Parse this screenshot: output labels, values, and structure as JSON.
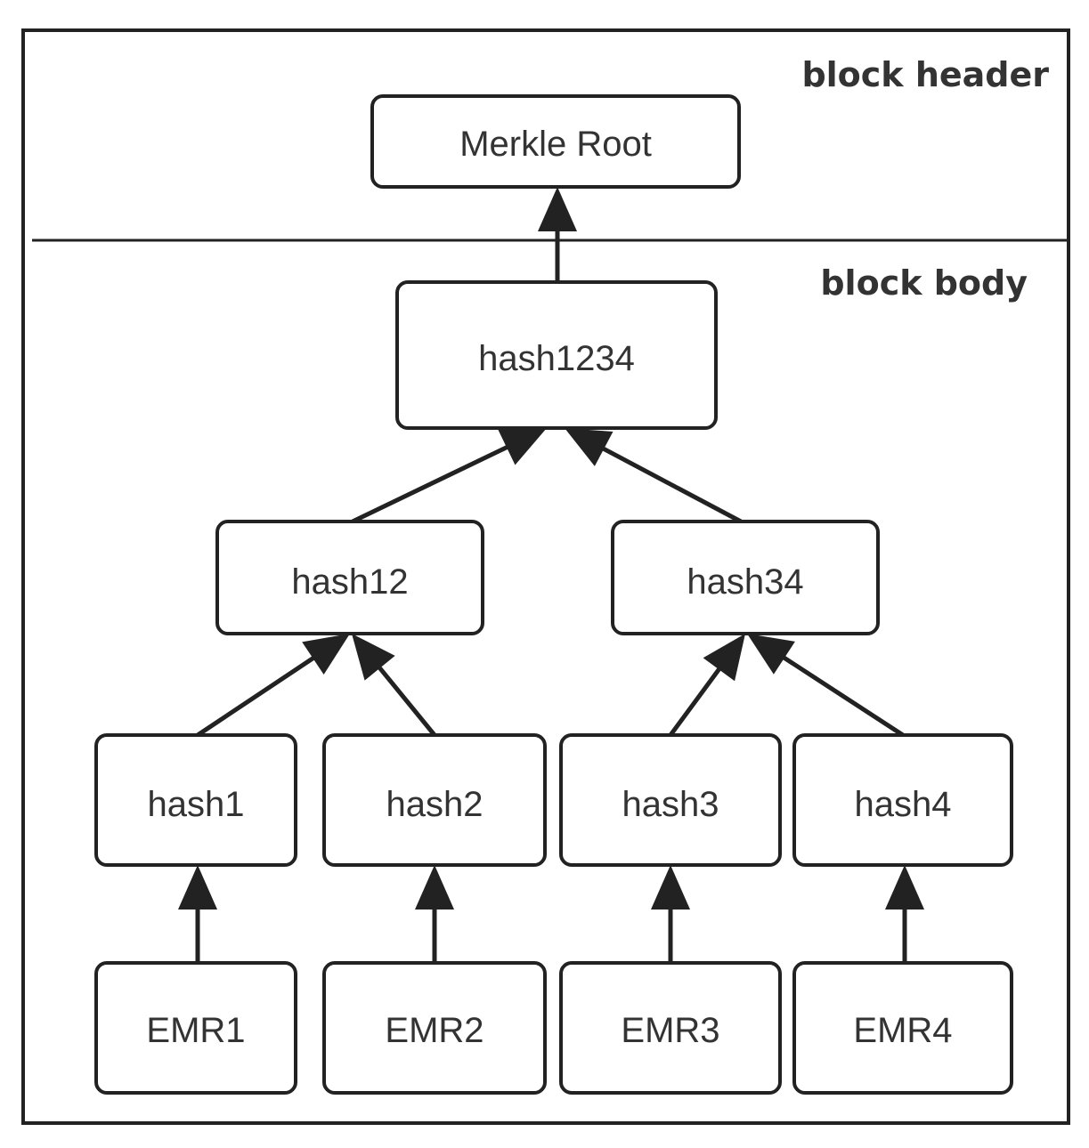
{
  "sections": {
    "header_label": "block header",
    "body_label": "block body"
  },
  "nodes": {
    "merkle_root": "Merkle Root",
    "hash1234": "hash1234",
    "hash12": "hash12",
    "hash34": "hash34",
    "hash1": "hash1",
    "hash2": "hash2",
    "hash3": "hash3",
    "hash4": "hash4",
    "emr1": "EMR1",
    "emr2": "EMR2",
    "emr3": "EMR3",
    "emr4": "EMR4"
  },
  "edges": [
    {
      "from": "hash1234",
      "to": "merkle_root"
    },
    {
      "from": "hash12",
      "to": "hash1234"
    },
    {
      "from": "hash34",
      "to": "hash1234"
    },
    {
      "from": "hash1",
      "to": "hash12"
    },
    {
      "from": "hash2",
      "to": "hash12"
    },
    {
      "from": "hash3",
      "to": "hash34"
    },
    {
      "from": "hash4",
      "to": "hash34"
    },
    {
      "from": "emr1",
      "to": "hash1"
    },
    {
      "from": "emr2",
      "to": "hash2"
    },
    {
      "from": "emr3",
      "to": "hash3"
    },
    {
      "from": "emr4",
      "to": "hash4"
    }
  ],
  "colors": {
    "stroke": "#222222",
    "text": "#333333",
    "background": "#ffffff"
  }
}
